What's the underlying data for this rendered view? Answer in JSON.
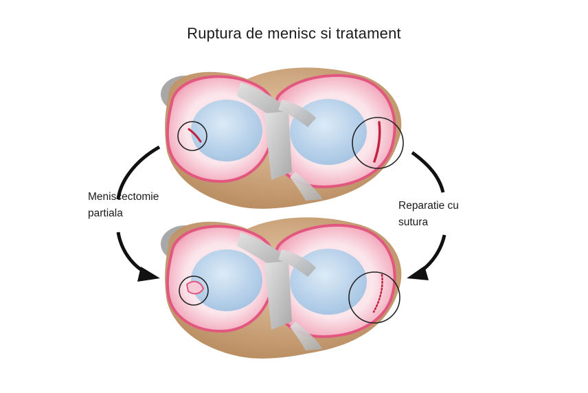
{
  "title": "Ruptura de menisc si tratament",
  "left_label": {
    "line1": "Meniscectomie",
    "line2": "partiala"
  },
  "right_label": {
    "line1": "Reparatie cu",
    "line2": "sutura"
  },
  "colors": {
    "meniscus": "#f3b6c4",
    "meniscus_rim": "#dd4e78",
    "cartilage": "#bcd6ec",
    "bone": "#c9a078",
    "ligament": "#c4c4c4",
    "arrow": "#111111",
    "tear": "#c2223e"
  }
}
